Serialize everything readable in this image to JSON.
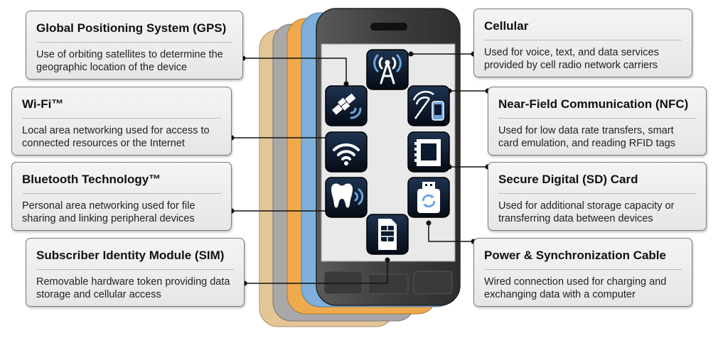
{
  "features": {
    "gps": {
      "title": "Global Positioning System (GPS)",
      "desc": "Use of orbiting satellites to determine the geographic location of the device",
      "icon": "satellite-icon"
    },
    "wifi": {
      "title": "Wi-Fi™",
      "desc": "Local area networking used for access to connected resources or the Internet",
      "icon": "wifi-icon"
    },
    "bluetooth": {
      "title": "Bluetooth Technology™",
      "desc": "Personal area networking used for file sharing and linking peripheral devices",
      "icon": "bluetooth-icon"
    },
    "sim": {
      "title": "Subscriber Identity Module (SIM)",
      "desc": "Removable hardware token providing data storage and cellular access",
      "icon": "sim-card-icon"
    },
    "cellular": {
      "title": "Cellular",
      "desc": "Used for voice, text, and data services provided by cell radio network carriers",
      "icon": "cell-tower-icon"
    },
    "nfc": {
      "title": "Near-Field Communication (NFC)",
      "desc": "Used for low data rate transfers, smart card emulation, and reading RFID tags",
      "icon": "nfc-icon"
    },
    "sd": {
      "title": "Secure Digital (SD) Card",
      "desc": "Used for additional storage capacity or transferring data between devices",
      "icon": "sd-card-icon"
    },
    "power": {
      "title": "Power & Synchronization Cable",
      "desc": "Wired connection used for charging and exchanging data with a computer",
      "icon": "usb-sync-icon"
    }
  },
  "colors": {
    "phone_body": "#4a4a4a",
    "screen": "#e9e9e9",
    "icon_bg": "#0c1a2e",
    "icon_accent": "#6aa6e0",
    "layer_tan": "#e4c696",
    "layer_gray": "#a8a8a8",
    "layer_orange": "#efaa4e",
    "layer_blue": "#7fb0dc"
  }
}
